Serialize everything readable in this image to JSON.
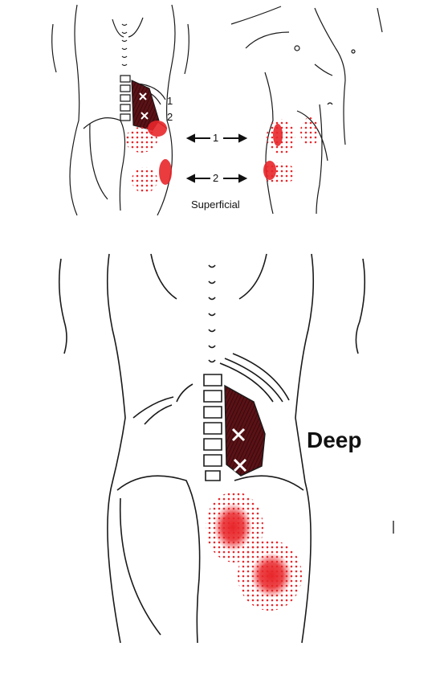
{
  "labels": {
    "muscle_1": "1",
    "muscle_2": "2",
    "arrow_1": "1",
    "arrow_2": "2",
    "superficial": "Superficial",
    "deep": "Deep"
  },
  "colors": {
    "referral": "#e8262a",
    "muscle": "#5a1216",
    "outline": "#1a1a1a"
  }
}
